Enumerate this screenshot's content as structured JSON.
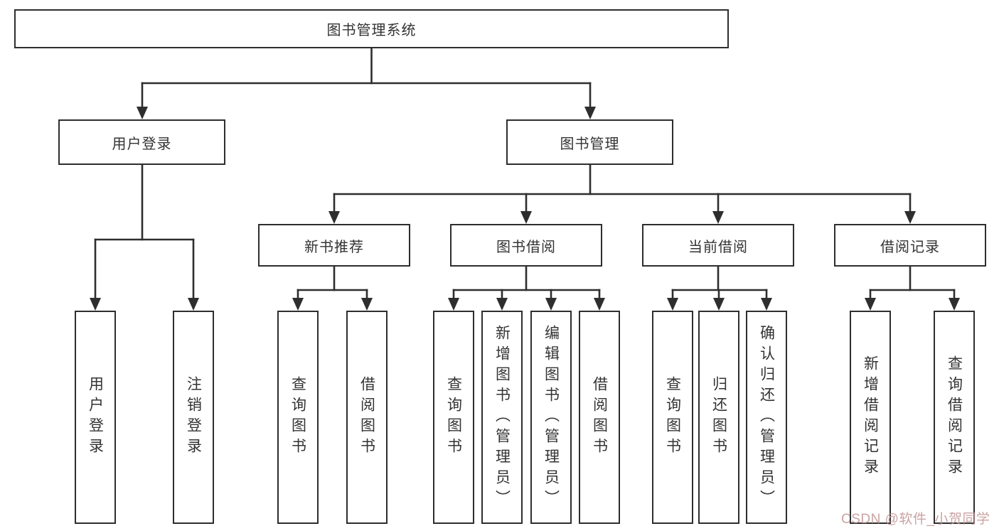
{
  "diagram": {
    "type": "hierarchy-tree",
    "title": "图书管理系统",
    "line_color": "#2e2e2e",
    "box_border_color": "#2e2e2e",
    "text_color": "#333333",
    "watermark": {
      "text": "CSDN @软件_小贺同学",
      "color": "#c19393"
    },
    "nodes": {
      "root": {
        "label": "图书管理系统"
      },
      "user_login": {
        "label": "用户登录",
        "children": [
          "用户登录",
          "注销登录"
        ]
      },
      "book_mgmt": {
        "label": "图书管理"
      },
      "new_book": {
        "label": "新书推荐",
        "children": [
          "查询图书",
          "借阅图书"
        ]
      },
      "book_borrow": {
        "label": "图书借阅",
        "children": [
          "查询图书",
          "新增图书（管理员）",
          "编辑图书（管理员）",
          "借阅图书"
        ]
      },
      "current_borrow": {
        "label": "当前借阅",
        "children": [
          "查询图书",
          "归还图书",
          "确认归还（管理员）"
        ]
      },
      "borrow_record": {
        "label": "借阅记录",
        "children": [
          "新增借阅记录",
          "查询借阅记录"
        ]
      }
    }
  }
}
